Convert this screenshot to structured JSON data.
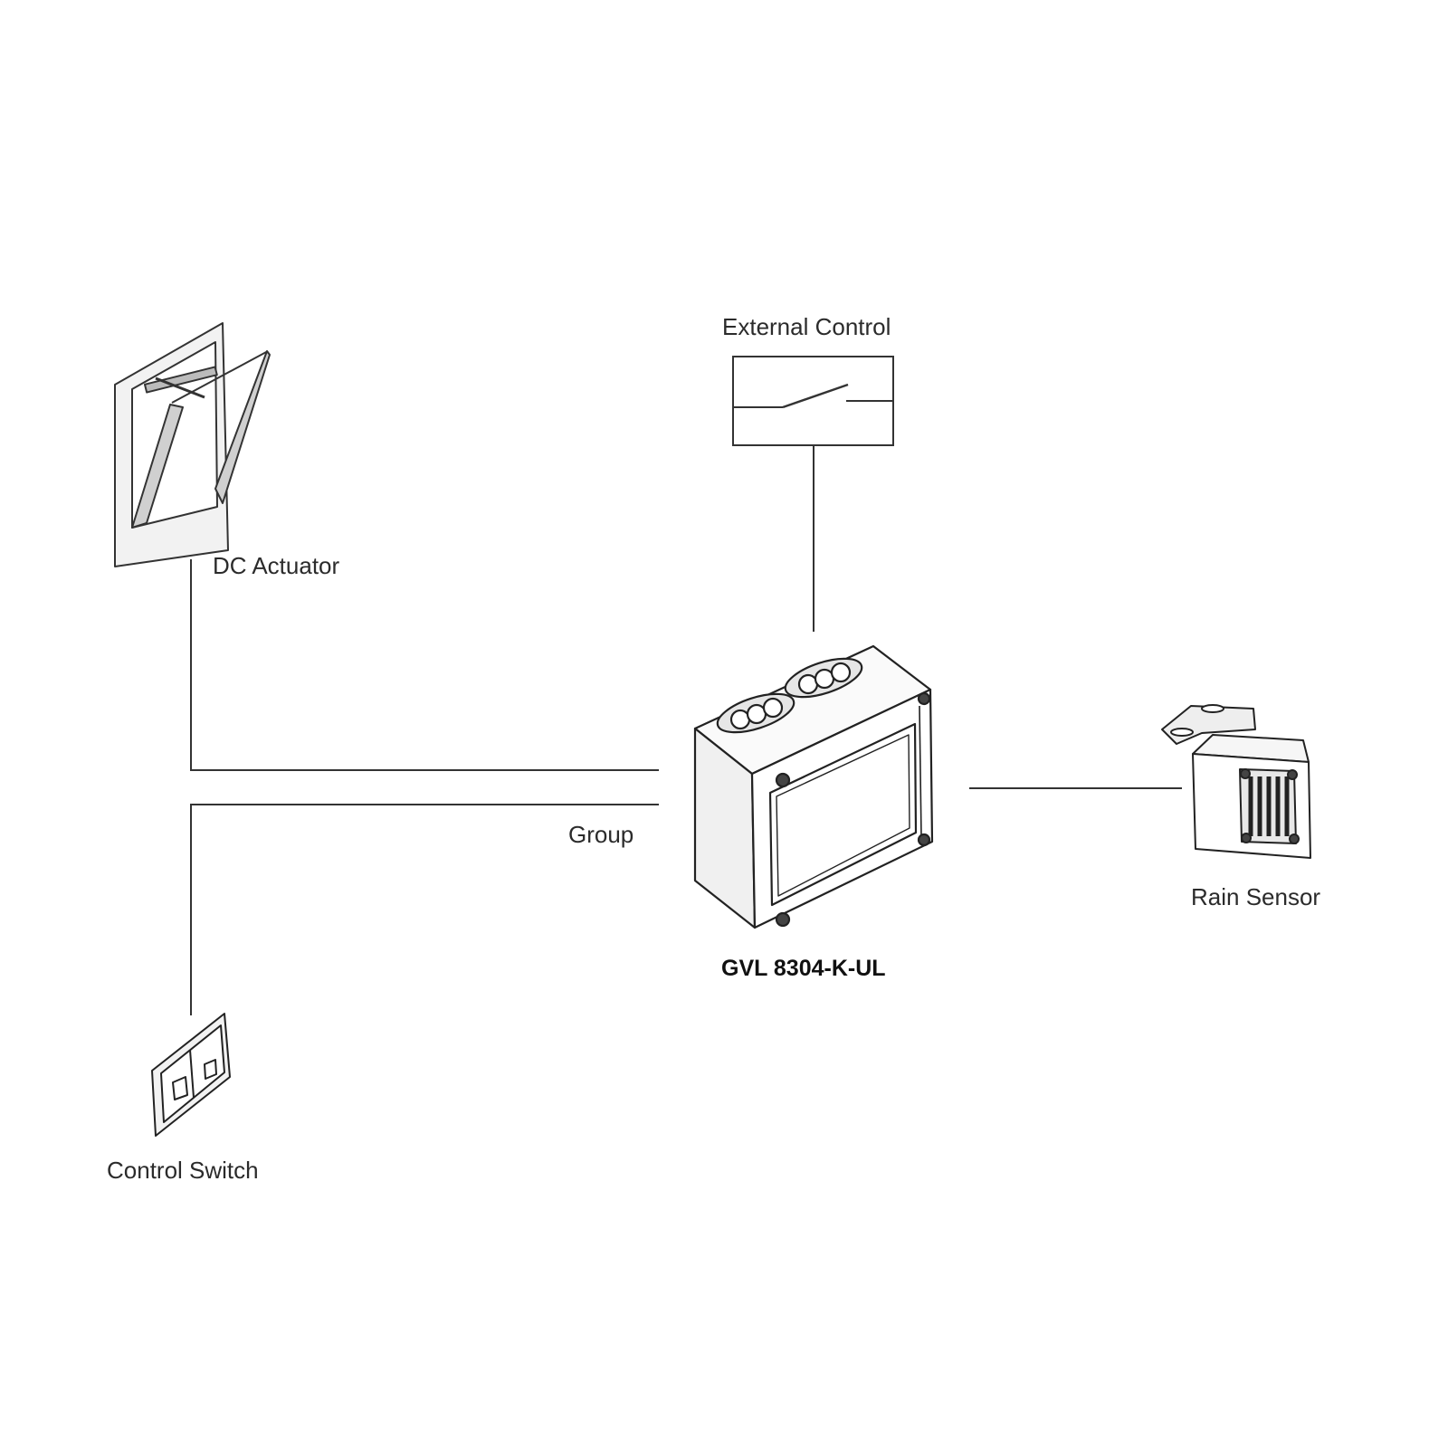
{
  "labels": {
    "external_control": "External Control",
    "dc_actuator": "DC Actuator",
    "group": "Group",
    "rain_sensor": "Rain Sensor",
    "controller_model": "GVL 8304-K-UL",
    "control_switch": "Control Switch"
  },
  "icons": {
    "actuator": "window-actuator-icon",
    "external_control": "switch-contact-icon",
    "controller": "control-box-icon",
    "rain_sensor": "rain-sensor-icon",
    "control_switch": "wall-switch-icon"
  },
  "colors": {
    "line": "#333333",
    "background": "#ffffff"
  }
}
